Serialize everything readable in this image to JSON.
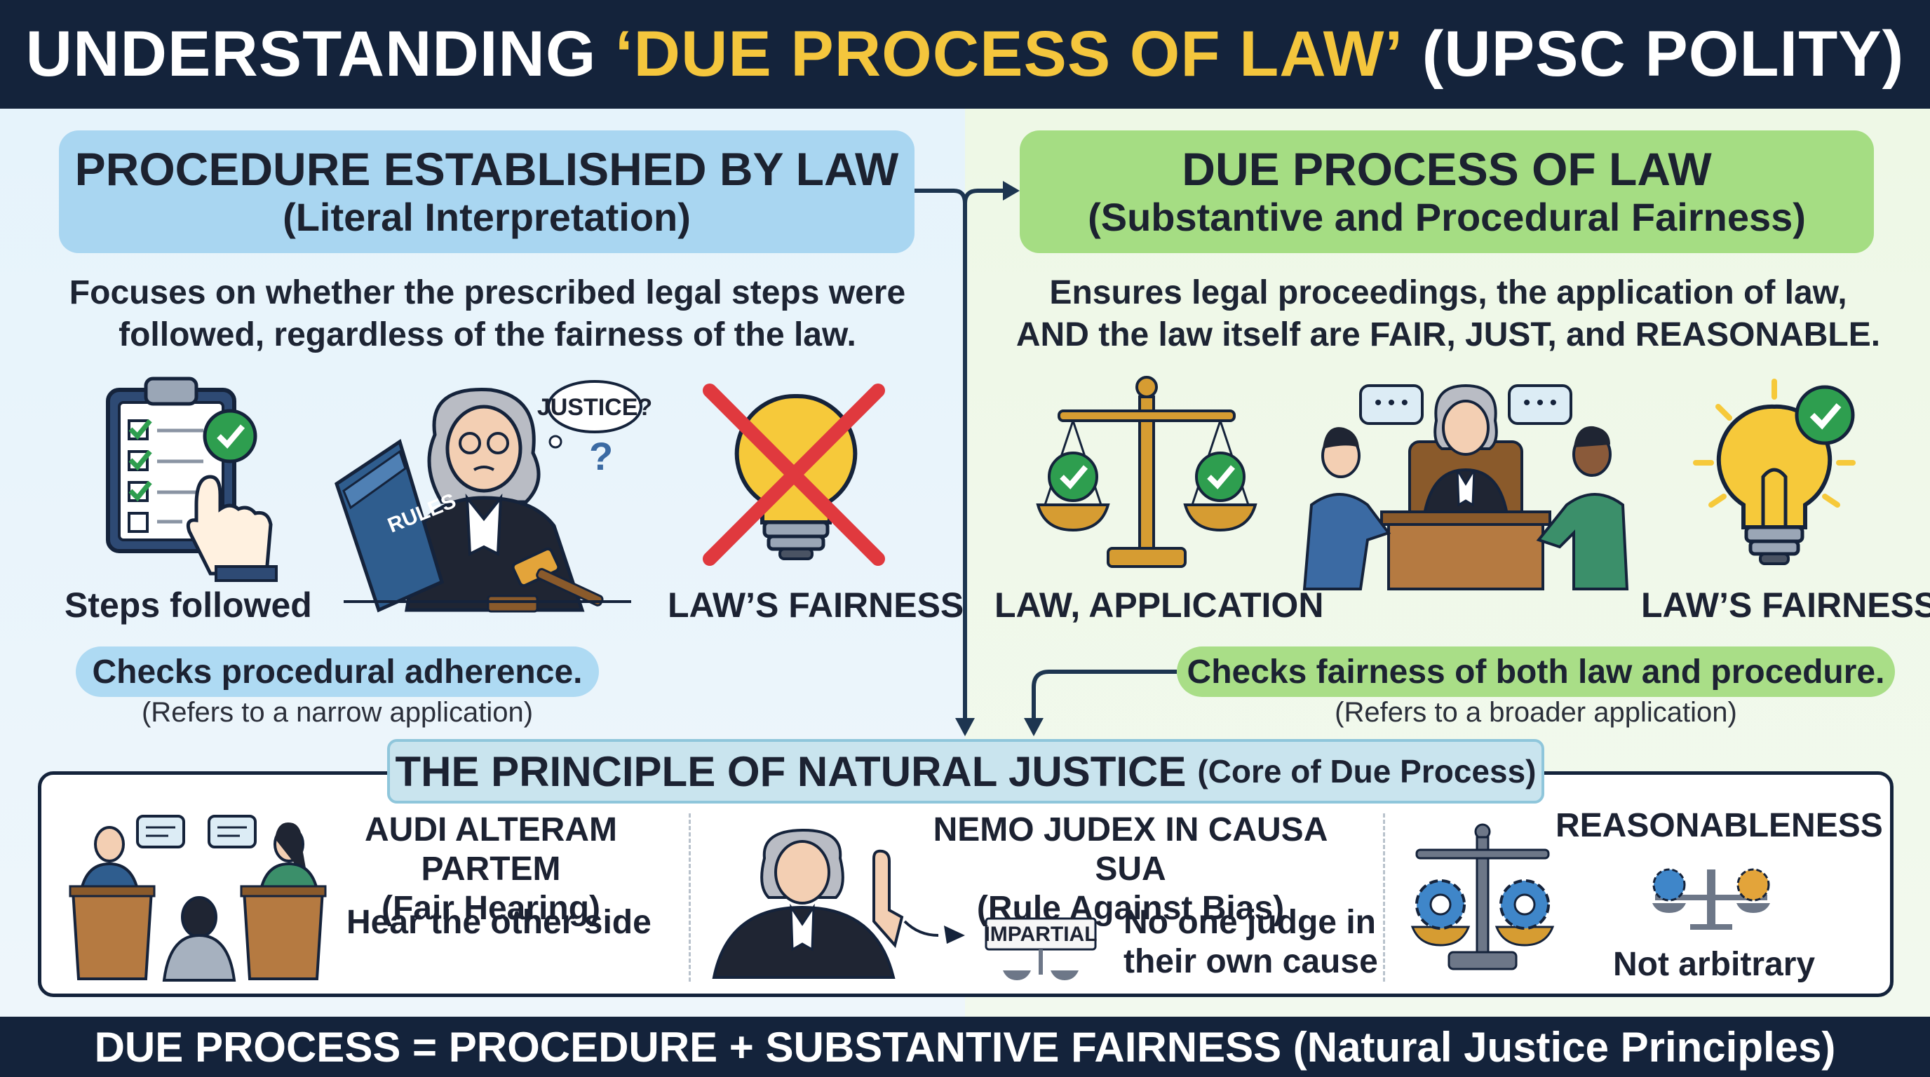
{
  "header": {
    "title_prefix": "UNDERSTANDING",
    "title_highlight": "‘DUE PROCESS OF LAW’",
    "title_suffix": "(UPSC POLITY)"
  },
  "left": {
    "heading": "PROCEDURE ESTABLISHED BY LAW",
    "subheading": "(Literal Interpretation)",
    "description_line1": "Focuses on whether the prescribed legal steps were",
    "description_line2": "followed, regardless of the fairness of the law.",
    "icons": [
      "clipboard-checklist-icon",
      "judge-reading-rules-icon",
      "crossed-lightbulb-icon"
    ],
    "book_text": "RULES",
    "bubble_text": "JUSTICE?",
    "question_mark": "?",
    "label_steps": "Steps followed",
    "label_fairness": "LAW’S FAIRNESS",
    "pill": "Checks procedural adherence.",
    "note": "(Refers to a narrow application)"
  },
  "right": {
    "heading": "DUE PROCESS OF LAW",
    "subheading": "(Substantive and Procedural Fairness)",
    "description_line1": "Ensures legal proceedings, the application of law,",
    "description_line2": "AND the law itself are FAIR, JUST, and REASONABLE.",
    "icons": [
      "balance-scale-check-icon",
      "courtroom-hearing-icon",
      "lightbulb-check-icon"
    ],
    "label_application": "LAW, APPLICATION",
    "label_fairness": "LAW’S FAIRNESS",
    "pill": "Checks fairness of both law and procedure.",
    "note": "(Refers to a broader application)"
  },
  "natural_justice": {
    "title": "THE PRINCIPLE OF NATURAL JUSTICE",
    "subtitle": "(Core of Due Process)",
    "principles": [
      {
        "title1": "AUDI ALTERAM PARTEM",
        "title2": "(Fair Hearing)",
        "text": "Hear the other side",
        "icon": "debate-podiums-icon"
      },
      {
        "title1": "NEMO JUDEX IN CAUSA SUA",
        "title2": "(Rule Against Bias)",
        "text1": "No one judge in",
        "text2": "their own cause",
        "scale_text": "IMPARTIAL",
        "icon": "impartial-judge-icon"
      },
      {
        "title1": "REASONABLENESS",
        "text": "Not arbitrary",
        "icon": "gears-scale-icon"
      }
    ]
  },
  "footer": {
    "formula": "DUE PROCESS = PROCEDURE + SUBSTANTIVE FAIRNESS (Natural Justice Principles)"
  },
  "colors": {
    "navy": "#14233b",
    "highlight_yellow": "#f4c63d",
    "left_accent": "#a9d6f1",
    "right_accent": "#a5dd83",
    "check_green": "#2e9e4f",
    "cross_red": "#e0393e"
  }
}
